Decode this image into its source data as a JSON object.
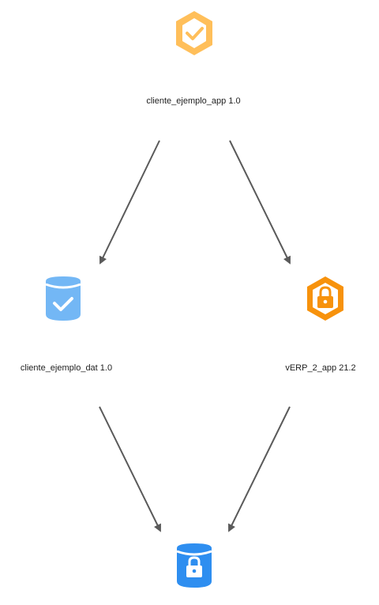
{
  "nodes": {
    "top": {
      "label": "cliente_ejemplo_app 1.0",
      "icon": "hexagon-check-icon",
      "color": "#ffbf5a"
    },
    "left": {
      "label": "cliente_ejemplo_dat 1.0",
      "icon": "database-check-icon",
      "color": "#73b7f5"
    },
    "right": {
      "label": "vERP_2_app 21.2",
      "icon": "hexagon-lock-icon",
      "color": "#f7920c"
    },
    "bottom": {
      "label": "",
      "icon": "database-lock-icon",
      "color": "#2e8ef0"
    }
  },
  "edges": [
    {
      "from": "top",
      "to": "left"
    },
    {
      "from": "top",
      "to": "right"
    },
    {
      "from": "left",
      "to": "bottom"
    },
    {
      "from": "right",
      "to": "bottom"
    }
  ],
  "colors": {
    "edge": "#5a5a5a"
  }
}
